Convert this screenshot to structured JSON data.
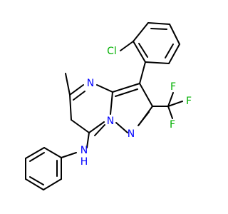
{
  "colors": {
    "carbon_bond": "#000000",
    "nitrogen": "#0000ff",
    "chlorine": "#00b000",
    "fluorine": "#00b000"
  },
  "atoms": {
    "cl": "Cl",
    "n_pyrimidine": "N",
    "n_bridgehead": "N",
    "n_pyrazole": "N",
    "f_top": "F",
    "f_right": "F",
    "f_bottom": "F",
    "amine_n": "N",
    "amine_h": "H"
  }
}
